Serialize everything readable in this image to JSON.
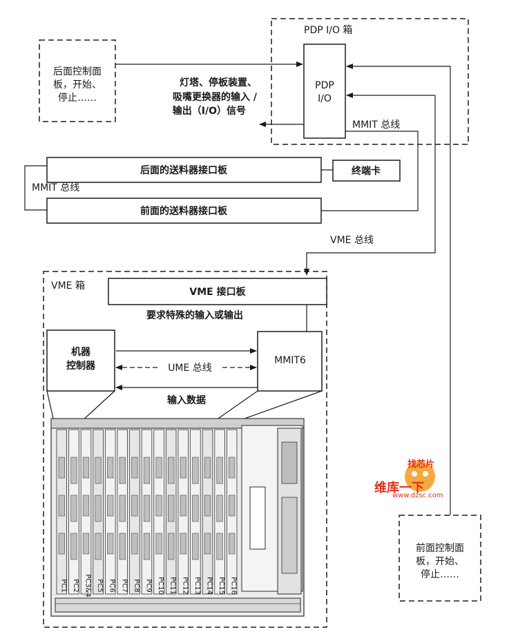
{
  "rear_panel": {
    "line1": "后面控制面",
    "line2": "板，开始、",
    "line3": "停止……"
  },
  "front_panel": {
    "line1": "前面控制面",
    "line2": "板，开始、",
    "line3": "停止……"
  },
  "pdp_box": {
    "title": "PDP I/O 箱",
    "unit_line1": "PDP",
    "unit_line2": "I/O",
    "mmit_bus": "MMIT 总线"
  },
  "io_signals": {
    "line1": "灯塔、停板装置、",
    "line2": "吸嘴更换器的输入 /",
    "line3": "输出（I/O）信号"
  },
  "feeder": {
    "rear_board": "后面的送料器接口板",
    "front_board": "前面的送料器接口板",
    "terminal_card": "终端卡",
    "mmit_bus": "MMIT 总线"
  },
  "vme_bus": "VME 总线",
  "vme_box": {
    "title": "VME 箱",
    "interface_board": "VME 接口板",
    "special_io": "要求特殊的输入或输出",
    "machine_controller_line1": "机器",
    "machine_controller_line2": "控制器",
    "mmit6": "MMIT6",
    "ume_bus": "UME 总线",
    "input_data": "输入数据"
  },
  "slot_labels": [
    "PC1",
    "PC2",
    "PC3&4",
    "PC5",
    "PC6",
    "PC7",
    "PC8",
    "PC9",
    "PC10",
    "PC11",
    "PC12",
    "PC13",
    "PC14",
    "PC15",
    "PC16"
  ],
  "watermark": {
    "brand": "维库一下",
    "url": "www.dzsc.com",
    "badge": "找芯片"
  },
  "colors": {
    "line": "#1a1a1a",
    "watermark_red": "#e0301e",
    "watermark_orange": "#f39a1e"
  }
}
